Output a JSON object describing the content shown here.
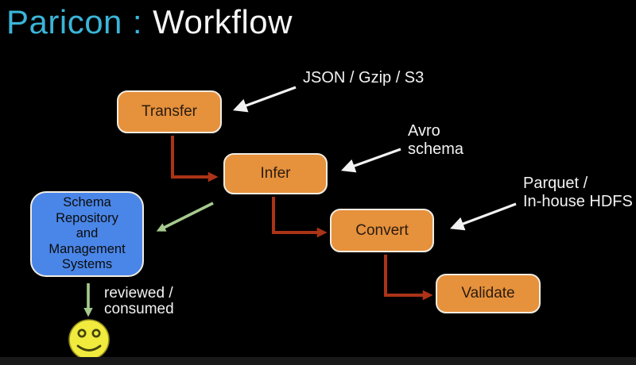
{
  "title": {
    "product": "Paricon",
    "separator": ":",
    "page": "Workflow"
  },
  "nodes": {
    "transfer": {
      "label": "Transfer",
      "type": "step"
    },
    "infer": {
      "label": "Infer",
      "type": "step"
    },
    "convert": {
      "label": "Convert",
      "type": "step"
    },
    "validate": {
      "label": "Validate",
      "type": "step"
    },
    "schema_repository": {
      "lines": [
        "Schema",
        "Repository",
        "and",
        "Management",
        "Systems"
      ],
      "type": "system"
    }
  },
  "annotations": {
    "transfer_input": {
      "lines": [
        "JSON / Gzip / S3"
      ],
      "points_to": "Transfer"
    },
    "infer_output": {
      "lines": [
        "Avro",
        "schema"
      ],
      "points_to": "Infer"
    },
    "convert_output": {
      "lines": [
        "Parquet /",
        "In-house HDFS"
      ],
      "points_to": "Convert"
    },
    "schema_usage": {
      "lines": [
        "reviewed /",
        "consumed"
      ],
      "points_to": "smiley-face"
    }
  },
  "edges": [
    {
      "from": "Transfer",
      "to": "Infer",
      "style": "red-flow"
    },
    {
      "from": "Infer",
      "to": "Convert",
      "style": "red-flow"
    },
    {
      "from": "Convert",
      "to": "Validate",
      "style": "red-flow"
    },
    {
      "from": "Infer",
      "to": "Schema Repository and Management Systems",
      "style": "green-flow"
    },
    {
      "from": "Schema Repository and Management Systems",
      "to": "smiley-face",
      "style": "green-flow"
    }
  ],
  "icons": {
    "outcome": "smiley-face-icon"
  },
  "colors": {
    "background": "#000000",
    "title_accent": "#3ab5d8",
    "title_text": "#f5f5f5",
    "step_fill": "#e6913c",
    "system_fill": "#4a86e8",
    "box_border": "#f1ece2",
    "box_text": "#2a1c10",
    "flow_arrow_red": "#ab3317",
    "flow_arrow_green": "#a5ca8e",
    "annotation_arrow": "#f2f2f2",
    "annotation_text": "#f2f2f2",
    "smiley_yellow": "#f0eb3d"
  }
}
